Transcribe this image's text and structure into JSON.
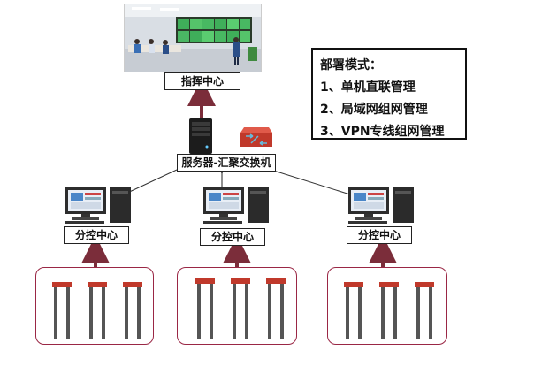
{
  "title": "",
  "command_center": {
    "label": "指挥中心"
  },
  "server": {
    "label": "服务器-汇聚交换机"
  },
  "sub_centers": [
    {
      "label": "分控中心"
    },
    {
      "label": "分控中心"
    },
    {
      "label": "分控中心"
    }
  ],
  "deployment_modes": {
    "heading": "部署模式：",
    "items": [
      "1、单机直联管理",
      "2、局域网组网管理",
      "3、VPN专线组网管理"
    ]
  },
  "colors": {
    "arrow": "#7b2d3a",
    "group_border": "#9a2745",
    "gate_top": "#c0392b",
    "switch": "#c0392b"
  },
  "gate_groups": [
    3,
    3,
    3
  ]
}
